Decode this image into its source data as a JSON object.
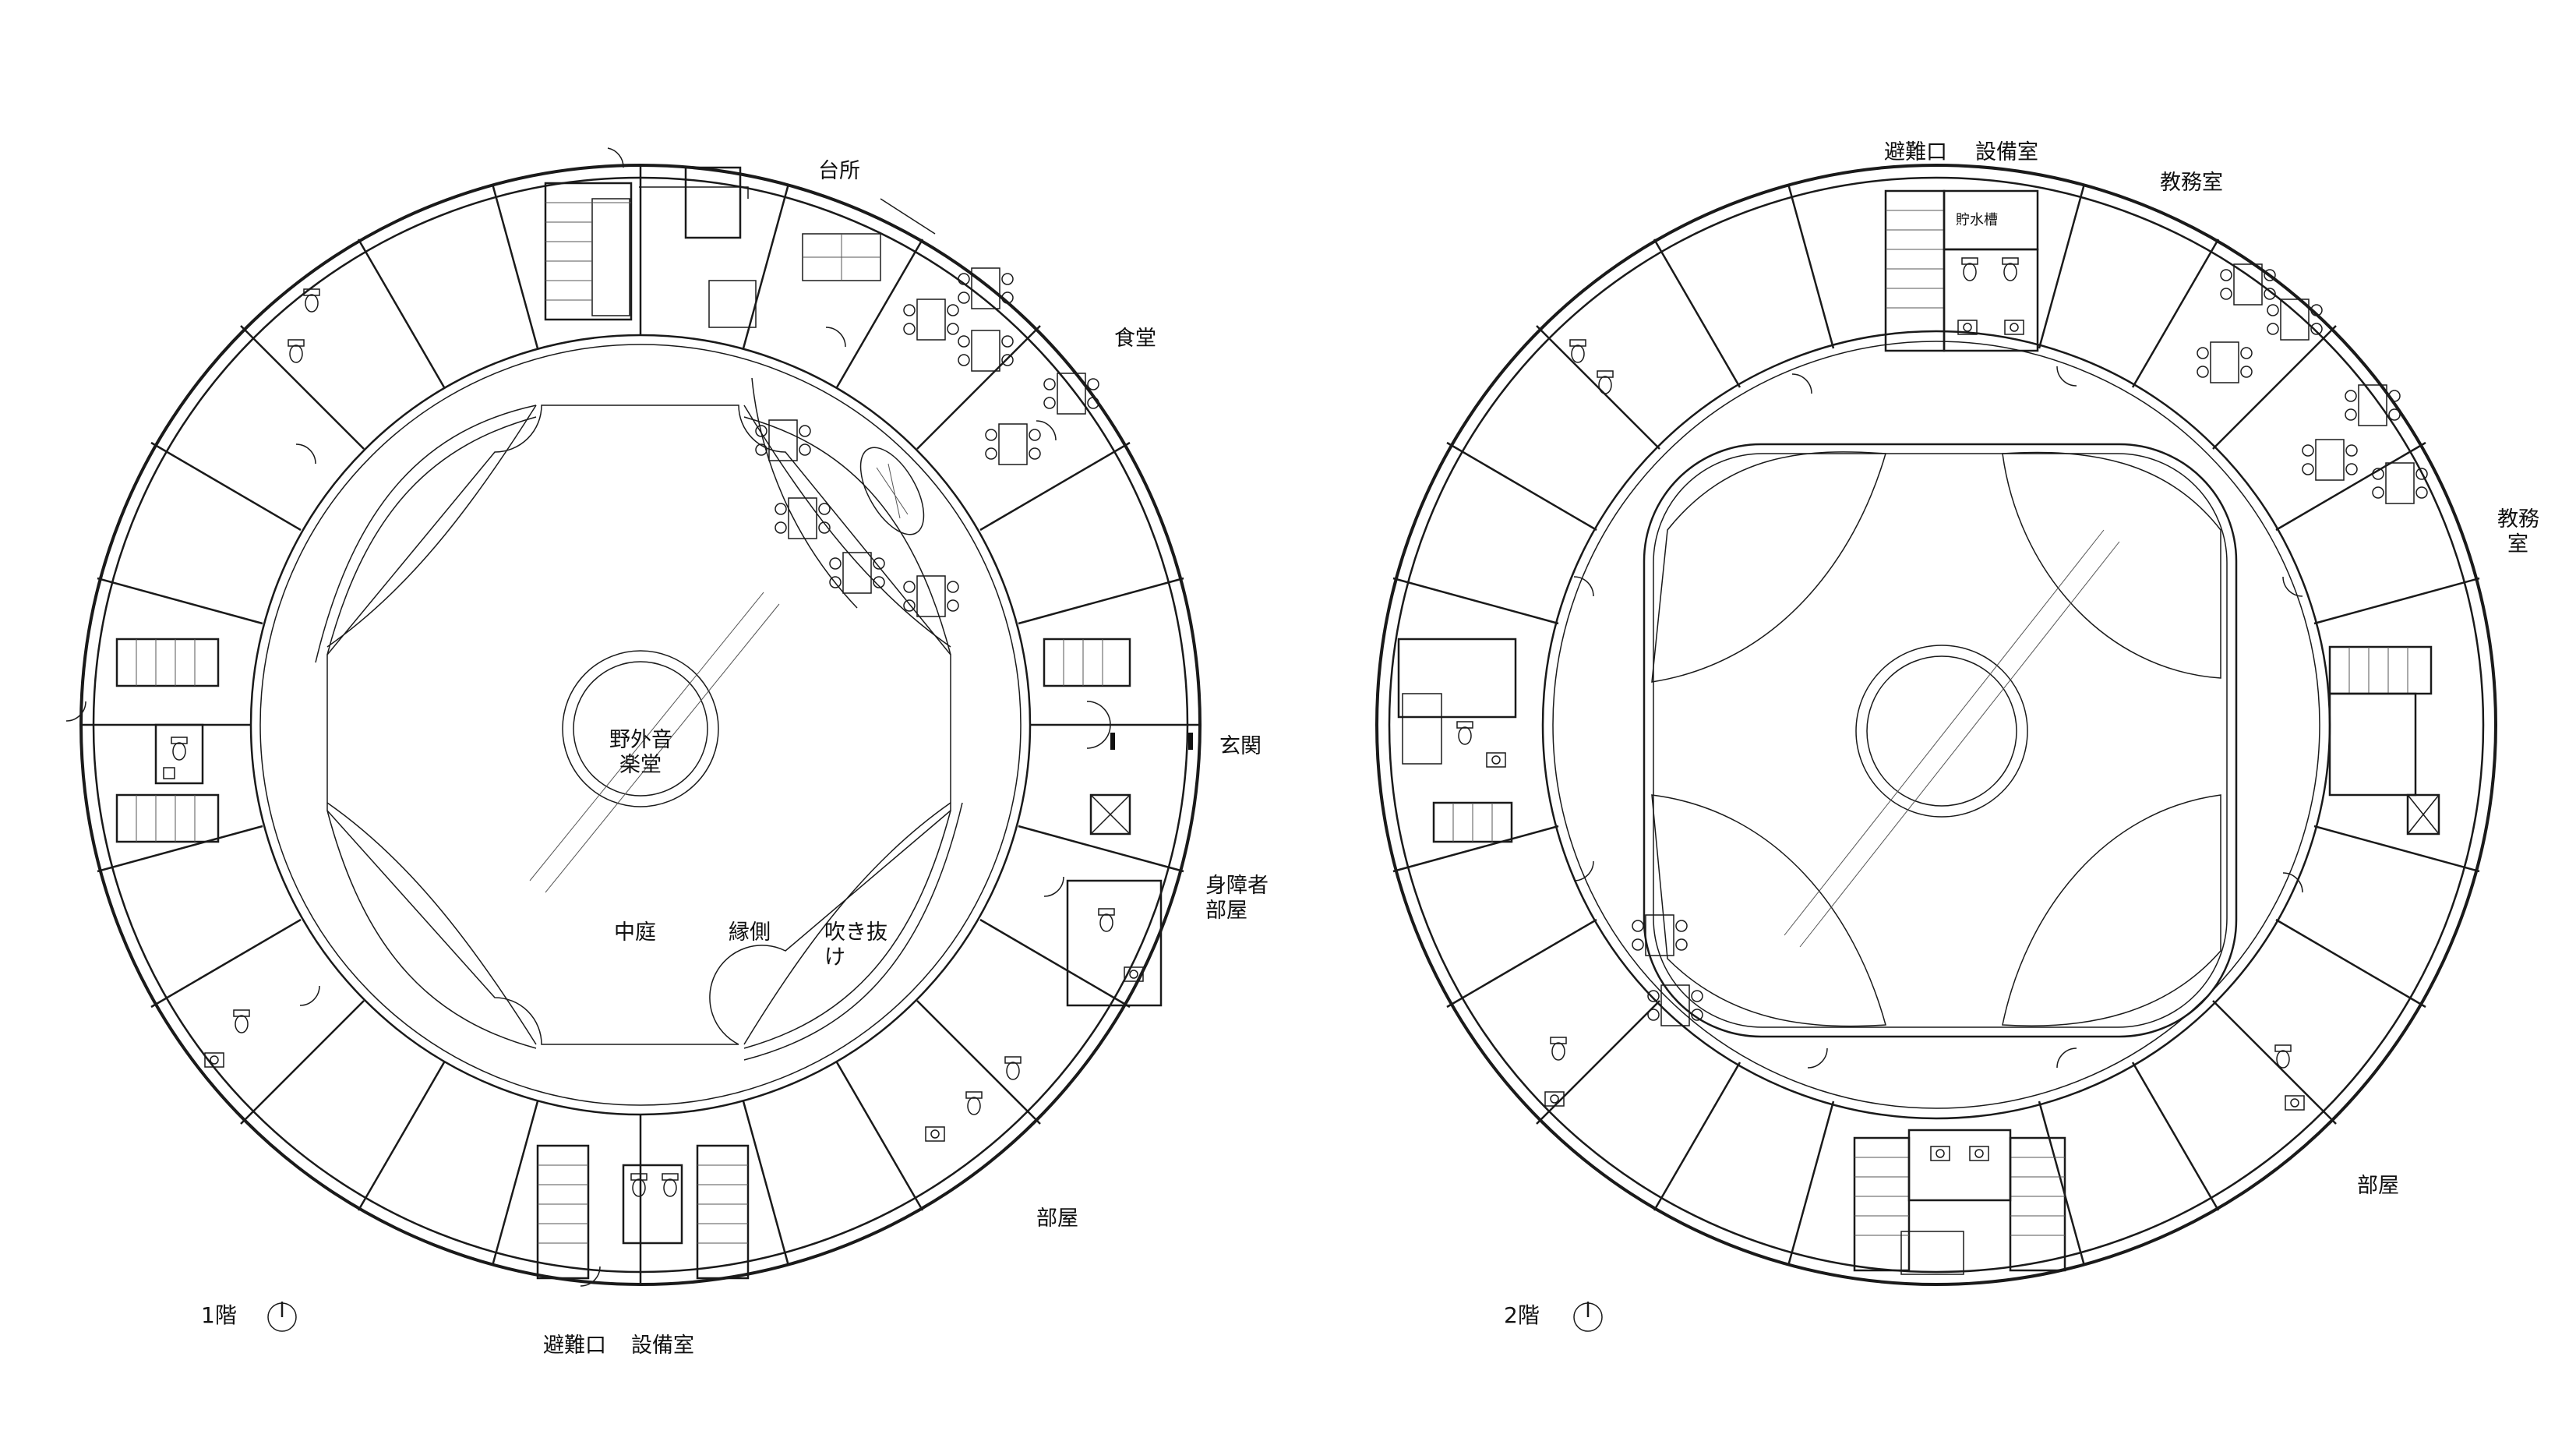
{
  "plans": [
    {
      "title": "1階",
      "labels": {
        "kitchen": "台所",
        "dining": "食堂",
        "entrance": "玄関",
        "stage": "野外音楽堂",
        "stage_line1": "野外音",
        "stage_line2": "楽堂",
        "courtyard": "中庭",
        "veranda": "縁側",
        "void_line1": "吹き抜",
        "void_line2": "け",
        "accessible_room_line1": "身障者",
        "accessible_room_line2": "部屋",
        "room": "部屋",
        "exit": "避難口",
        "equipment": "設備室"
      }
    },
    {
      "title": "2階",
      "labels": {
        "exit": "避難口",
        "equipment": "設備室",
        "staff_room": "教務室",
        "staff_room_line1": "教務",
        "staff_room_line2": "室",
        "water_tank": "貯水槽",
        "room": "部屋"
      }
    }
  ]
}
